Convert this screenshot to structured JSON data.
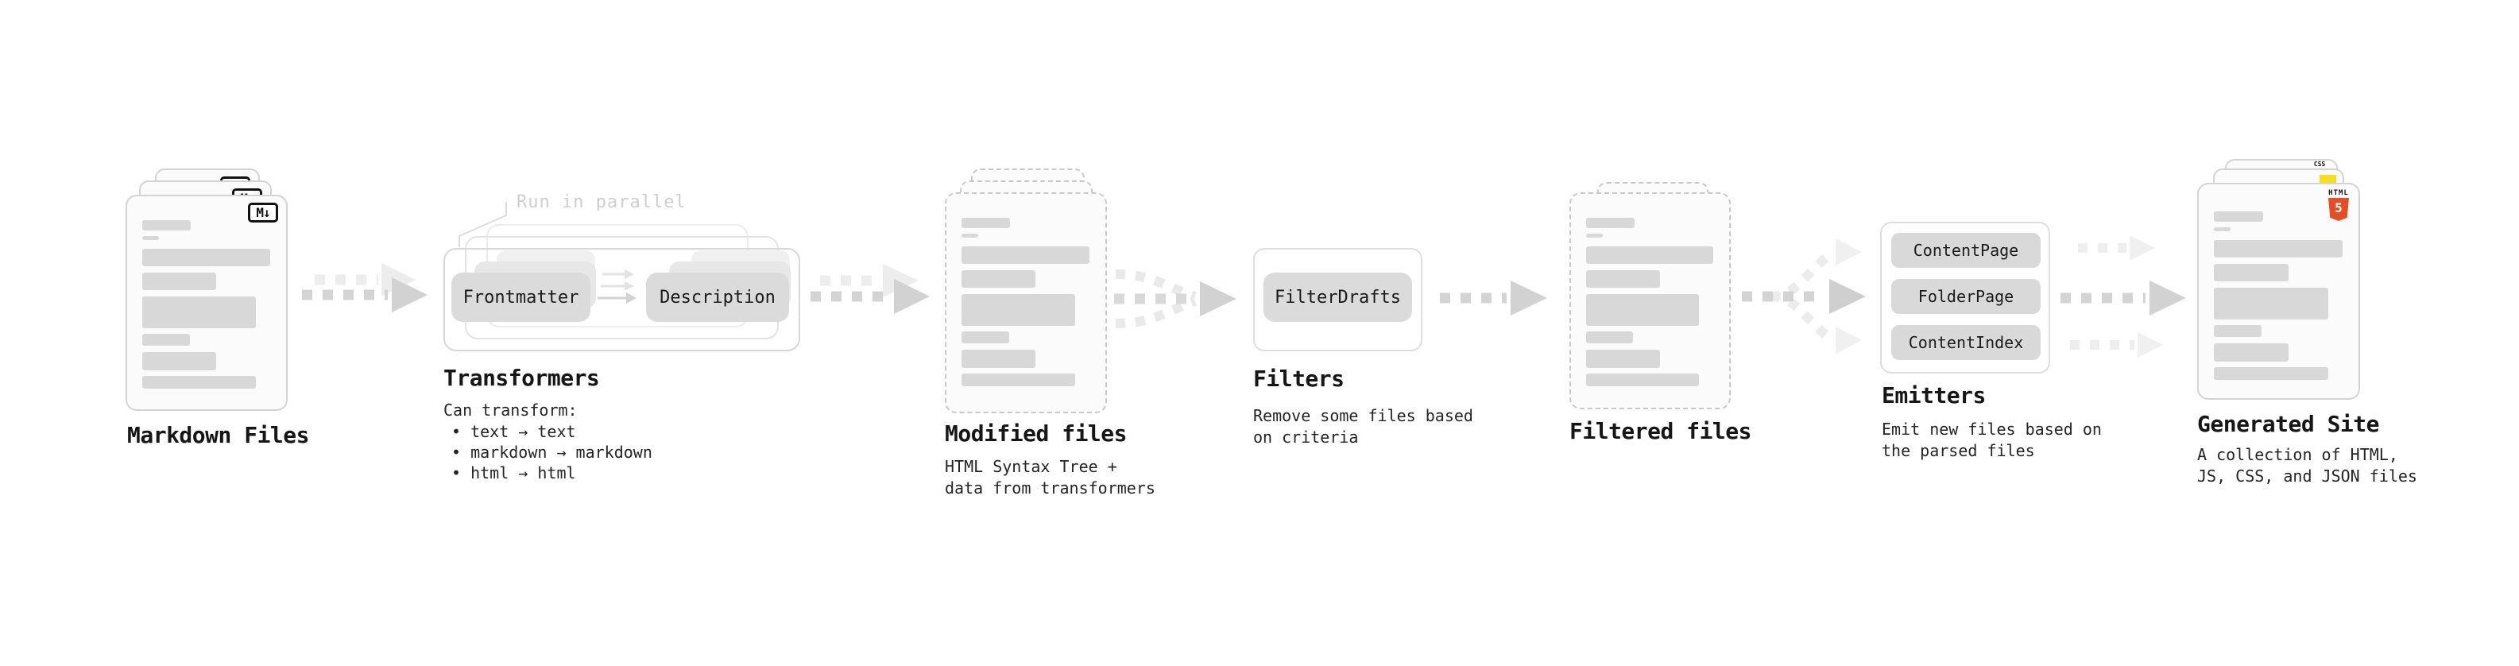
{
  "colors": {
    "html5_orange": "#e44d26",
    "js_yellow": "#f7df1e",
    "css_blue": "#2965f1",
    "arrow_gray": "#d4d4d4",
    "arrow_light_gray": "#ececec",
    "skeleton_gray": "#d8d8d8"
  },
  "stages": {
    "markdown": {
      "title": "Markdown Files",
      "badge": "M↓"
    },
    "transformers": {
      "note": "Run in parallel",
      "transformer1": "Frontmatter",
      "transformer2": "Description",
      "title": "Transformers",
      "desc_heading": "Can transform:",
      "bullets": [
        "• text → text",
        "• markdown → markdown",
        "• html → html"
      ]
    },
    "modified": {
      "title": "Modified files",
      "desc": [
        "HTML Syntax Tree +",
        "data from transformers"
      ]
    },
    "filters": {
      "filter1": "FilterDrafts",
      "title": "Filters",
      "desc": [
        "Remove some files based",
        "on criteria"
      ]
    },
    "filtered": {
      "title": "Filtered files"
    },
    "emitters": {
      "emitter1": "ContentPage",
      "emitter2": "FolderPage",
      "emitter3": "ContentIndex",
      "title": "Emitters",
      "desc": [
        "Emit new files based on",
        "the parsed files"
      ]
    },
    "generated": {
      "title": "Generated Site",
      "desc": [
        "A collection of HTML,",
        "JS, CSS, and JSON files"
      ],
      "css_badge": "CSS",
      "html_badge_text": "HTML",
      "html_badge_number": "5"
    }
  }
}
